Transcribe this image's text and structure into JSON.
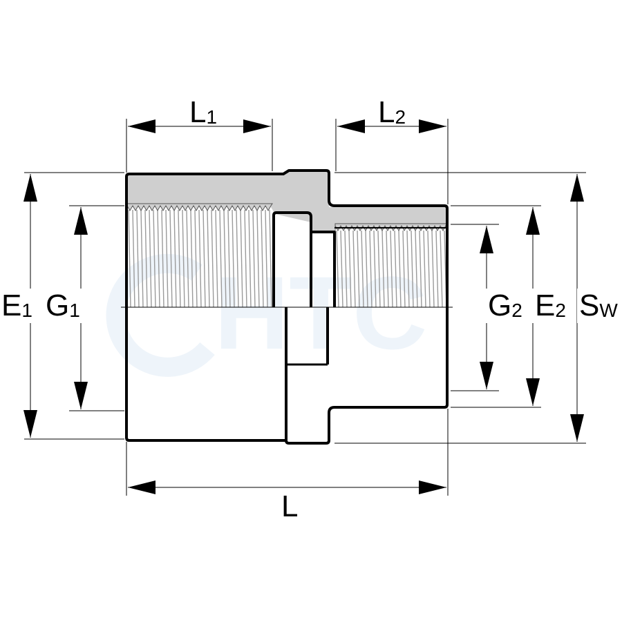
{
  "colors": {
    "outline": "#000000",
    "section_fill": "#cfcfcf",
    "thread_line": "#9a9a9a",
    "watermark": "#eef4fa"
  },
  "watermark": {
    "text": "HTC"
  },
  "labels": {
    "L1": {
      "main": "L",
      "sub": "1"
    },
    "L2": {
      "main": "L",
      "sub": "2"
    },
    "L": {
      "main": "L"
    },
    "E1": {
      "main": "E",
      "sub": "1"
    },
    "G1": {
      "main": "G",
      "sub": "1"
    },
    "G2": {
      "main": "G",
      "sub": "2"
    },
    "E2": {
      "main": "E",
      "sub": "2"
    },
    "SW": {
      "main": "S",
      "sub": "W"
    }
  }
}
